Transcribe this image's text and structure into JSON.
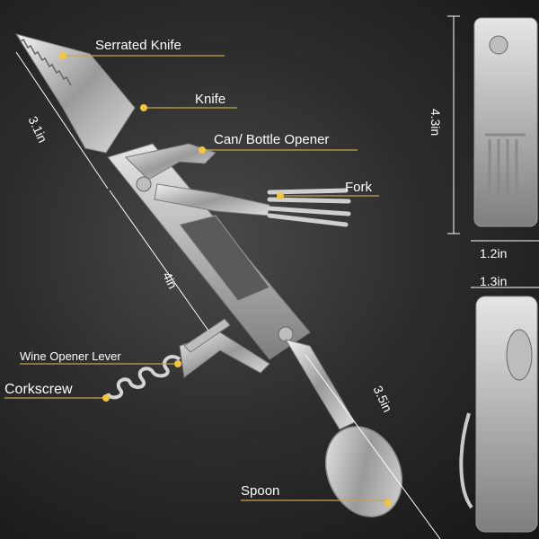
{
  "labels": {
    "serrated_knife": "Serrated Knife",
    "knife": "Knife",
    "can_bottle_opener": "Can/ Bottle Opener",
    "fork": "Fork",
    "wine_opener_lever": "Wine Opener Lever",
    "corkscrew": "Corkscrew",
    "spoon": "Spoon"
  },
  "dimensions": {
    "length_3_1": "3.1in",
    "length_4": "4in",
    "length_3_5": "3.5in",
    "height_4_3": "4.3in",
    "width_1_2": "1.2in",
    "width_1_3": "1.3in"
  },
  "colors": {
    "background": "#2d2d2d",
    "callout_line": "#c8a44a",
    "callout_dot": "#f2c53d",
    "text": "#ffffff",
    "steel": "#c9c9c9"
  }
}
